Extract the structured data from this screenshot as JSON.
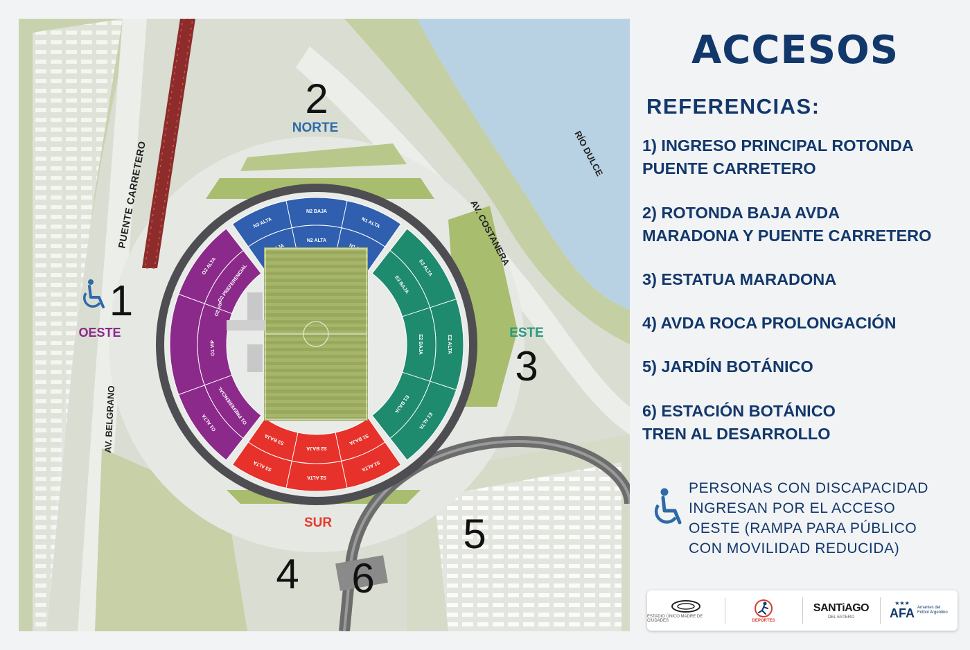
{
  "panel": {
    "title": "ACCESOS",
    "subtitle": "REFERENCIAS:",
    "references": [
      "1) INGRESO PRINCIPAL ROTONDA\nPUENTE CARRETERO",
      "2) ROTONDA BAJA AVDA\nMARADONA Y PUENTE CARRETERO",
      "3) ESTATUA MARADONA",
      "4) AVDA ROCA PROLONGACIÓN",
      "5) JARDÍN BOTÁNICO",
      "6) ESTACIÓN BOTÁNICO\nTREN AL DESARROLLO"
    ],
    "accessibility_note": "PERSONAS CON DISCAPACIDAD\nINGRESAN POR EL ACCESO\nOESTE (RAMPA PARA PÚBLICO\nCON MOVILIDAD REDUCIDA)"
  },
  "map": {
    "street_labels": {
      "puente": "PUENTE CARRETERO",
      "belgrano": "AV. BELGRANO",
      "costanera": "AV. COSTANERA",
      "rio": "RÍO DULCE"
    },
    "areas": {
      "norte": "NORTE",
      "sur": "SUR",
      "este": "ESTE",
      "oeste": "OESTE"
    },
    "access_numbers": [
      "1",
      "2",
      "3",
      "4",
      "5",
      "6"
    ],
    "sections": {
      "n3_alta": "N3 ALTA",
      "n2_baja": "N2 BAJA",
      "n1_alta": "N1 ALTA",
      "n3_baja": "N3 BAJA",
      "n2_alta": "N2 ALTA",
      "n1_baja": "N1 BAJA",
      "s1_baja": "S1 BAJA",
      "s2_baja": "S2 BAJA",
      "s3_baja": "S3 BAJA",
      "s1_alta": "S1 ALTA",
      "s2_alta": "S2 ALTA",
      "s3_alta": "S3 ALTA",
      "e3_alta": "E3 ALTA",
      "e3_baja": "E3 BAJA",
      "e2_baja": "E2 BAJA",
      "e2_alta": "E2 ALTA",
      "e1_baja": "E1 BAJA",
      "e1_alta": "E1 ALTA",
      "o1_alta": "O1 ALTA",
      "o1_pref": "O1 PREFERENCIAL",
      "o1_vip": "O1 VIP",
      "o2_vip": "O2 VIP",
      "o2_pref": "O2 PREFERENCIAL",
      "o2_alta": "O2 ALTA"
    },
    "colors": {
      "norte": "#2f5fae",
      "sur": "#e6322a",
      "este": "#1e8a6e",
      "oeste": "#8b2a8a",
      "label_norte": "#2f6aa8",
      "label_sur": "#e53b2c",
      "label_este": "#2a9a82",
      "label_oeste": "#8b2a8a",
      "navy": "#12386b",
      "river": "#b9d2e3",
      "grass": "#b8c88a"
    }
  },
  "logos": {
    "logo1_caption": "ESTADIO ÚNICO MADRE DE CIUDADES",
    "logo2_caption": "DEPORTES",
    "logo3_text": "SANTiAGO",
    "logo3_caption": "DEL ESTERO",
    "logo4_text": "AFA",
    "logo4_side": "Amantes del Fútbol Argentino"
  }
}
